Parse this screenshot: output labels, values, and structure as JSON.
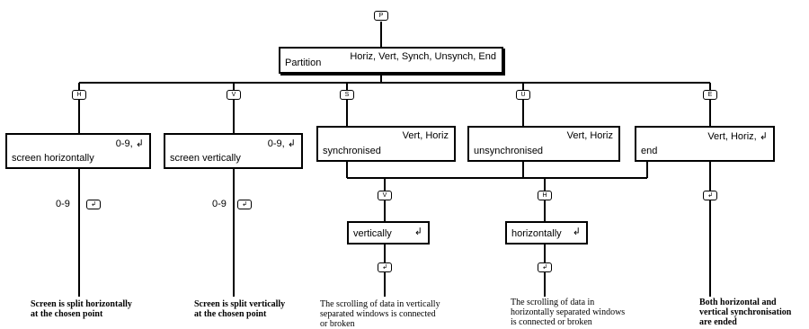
{
  "partition": {
    "options": "Horiz, Vert, Synch, Unsynch, End",
    "label": "Partition"
  },
  "boxes": [
    {
      "label": "screen horizontally",
      "options": "0-9, ↲"
    },
    {
      "label": "screen vertically",
      "options": "0-9, ↲"
    },
    {
      "label": "synchronised",
      "options": "Vert, Horiz"
    },
    {
      "label": "unsynchronised",
      "options": "Vert, Horiz"
    },
    {
      "label": "end",
      "options": "Vert, Horiz, ↲"
    }
  ],
  "sub_boxes": [
    {
      "label": "vertically",
      "options": "↲"
    },
    {
      "label": "horizontally",
      "options": "↲"
    }
  ],
  "input_labels": [
    "0-9",
    "0-9"
  ],
  "descriptions": [
    "Screen is split horizontally\nat the chosen point",
    "Screen is split vertically\nat the chosen point",
    "The scrolling of data in vertically\nseparated windows is connected\nor broken",
    "The scrolling of data in\nhorizontally separated windows\nis connected or broken",
    "Both horizontal and\nvertical synchronisation\nare ended"
  ],
  "keys": {
    "top": "P",
    "horizontally": "H",
    "vertically": "V",
    "synch": "S",
    "unsynch": "U",
    "end": "E",
    "enter": "↲"
  }
}
